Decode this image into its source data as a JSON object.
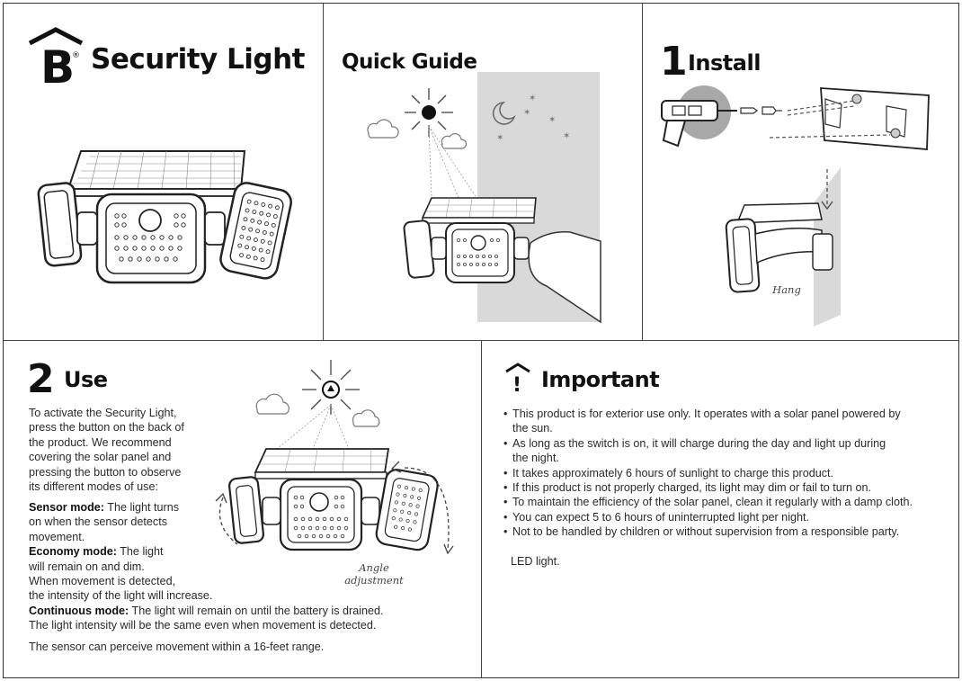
{
  "brand": {
    "letter": "B",
    "registered": "®",
    "title": "Security Light"
  },
  "quick_guide": {
    "title": "Quick Guide"
  },
  "install": {
    "number": "1",
    "title": "Install",
    "hang_label": "Hang"
  },
  "use": {
    "number": "2",
    "title": "Use",
    "intro": [
      "To activate the Security Light,",
      "press the button on the back of",
      "the product. We recommend",
      "covering the solar panel and",
      "pressing the button to observe",
      "its different modes of use:"
    ],
    "sensor_label": "Sensor mode:",
    "sensor_text_1": " The light turns",
    "sensor_text_2": "on when the sensor detects",
    "sensor_text_3": "movement.",
    "economy_label": "Economy mode:",
    "economy_text_1": " The light",
    "economy_text_2": "will remain on and dim.",
    "economy_text_3": "When movement is detected,",
    "economy_text_4": "the intensity of the light will increase.",
    "continuous_label": "Continuous mode:",
    "continuous_text_1": " The light will remain on until the battery is drained.",
    "continuous_text_2": "The light intensity will be the same even when movement is detected.",
    "range_note": "The sensor can perceive movement within a 16-feet range.",
    "angle_label_1": "Angle",
    "angle_label_2": "adjustment"
  },
  "important": {
    "title": "Important",
    "icon_glyph": "!",
    "bullets": [
      [
        "This product is for exterior use only. It operates with a solar panel powered by",
        "the sun."
      ],
      [
        "As long as the switch is on, it will charge during the day and light up during",
        "the night."
      ],
      [
        "It takes approximately 6 hours of sunlight to charge this product."
      ],
      [
        "If this product is not properly charged, its light may dim or fail to turn on."
      ],
      [
        "To maintain the efficiency of the solar panel, clean it regularly with a damp cloth."
      ],
      [
        "You can expect 5 to 6 hours of uninterrupted light per night."
      ],
      [
        "Not to be handled by children or without supervision from a responsible party."
      ]
    ],
    "footer": "LED light."
  },
  "colors": {
    "ink": "#222222",
    "night_panel": "#d9d9d9",
    "gray_circle": "#a8a8a8"
  },
  "icons": [
    "brand-house-b-logo",
    "sun-icon",
    "cloud-icon",
    "moon-icon",
    "star-icon",
    "drill-icon",
    "screw-icon",
    "mounting-bracket-icon",
    "warning-house-icon",
    "rotate-arrow-icon"
  ]
}
